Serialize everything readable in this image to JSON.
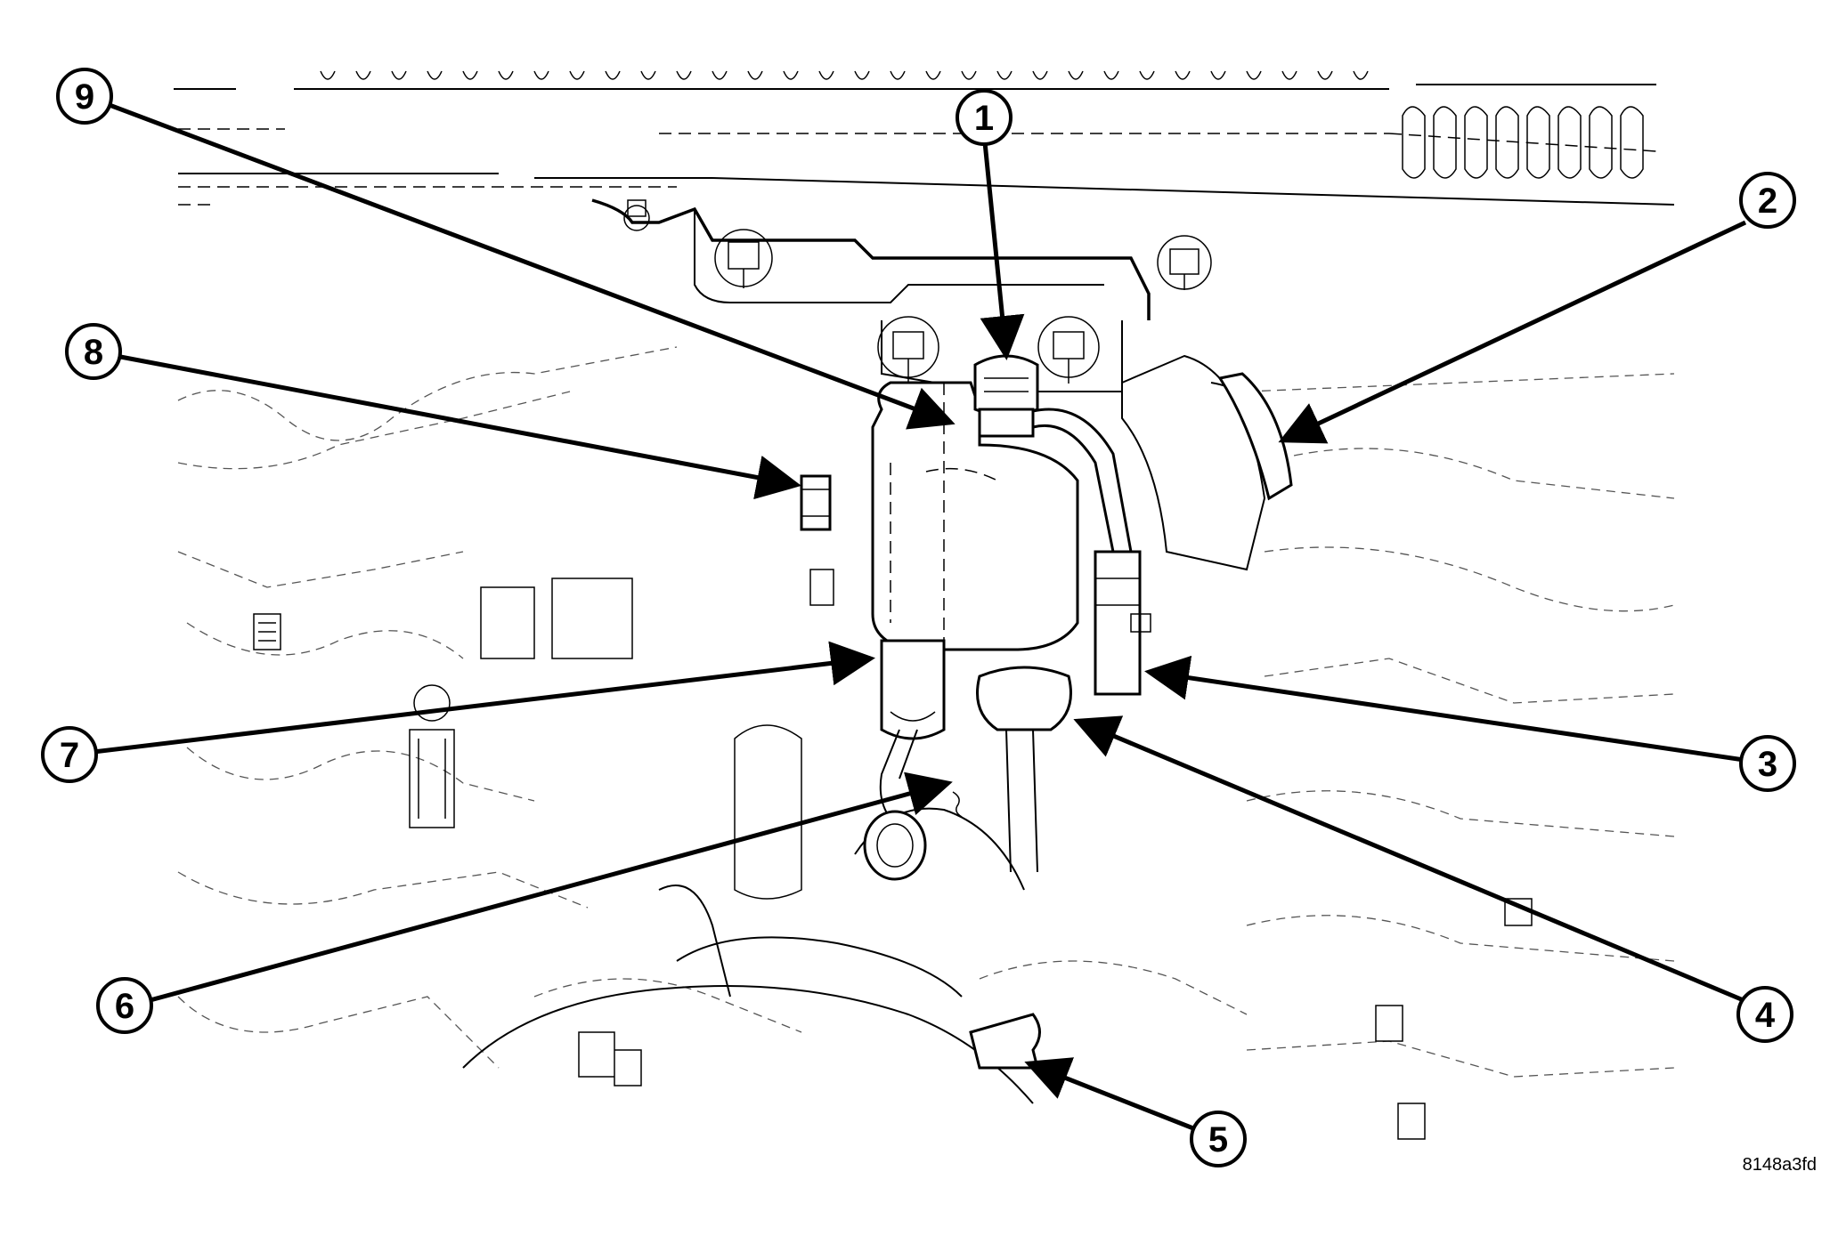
{
  "callouts": [
    {
      "id": "1",
      "label": "1"
    },
    {
      "id": "2",
      "label": "2"
    },
    {
      "id": "3",
      "label": "3"
    },
    {
      "id": "4",
      "label": "4"
    },
    {
      "id": "5",
      "label": "5"
    },
    {
      "id": "6",
      "label": "6"
    },
    {
      "id": "7",
      "label": "7"
    },
    {
      "id": "8",
      "label": "8"
    },
    {
      "id": "9",
      "label": "9"
    }
  ],
  "figure_code": "8148a3fd",
  "colors": {
    "line": "#000000",
    "background": "#ffffff"
  }
}
